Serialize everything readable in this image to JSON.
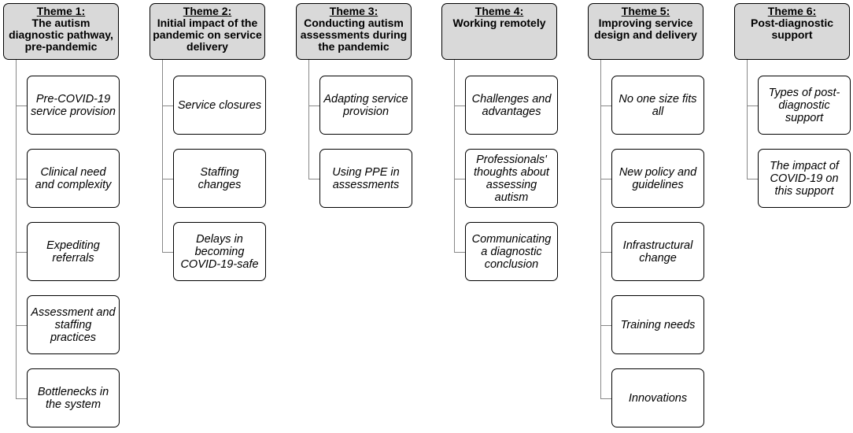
{
  "themes": [
    {
      "number": "Theme 1:",
      "title": "The autism diagnostic pathway, pre-pandemic",
      "subthemes": [
        "Pre-COVID-19 service provision",
        "Clinical need and complexity",
        "Expediting referrals",
        "Assessment and staffing practices",
        "Bottlenecks in the system"
      ]
    },
    {
      "number": "Theme 2:",
      "title": "Initial impact of the pandemic on service delivery",
      "subthemes": [
        "Service closures",
        "Staffing changes",
        "Delays in becoming COVID-19-safe"
      ]
    },
    {
      "number": "Theme 3:",
      "title": "Conducting autism assessments during the pandemic",
      "subthemes": [
        "Adapting service provision",
        "Using PPE in assessments"
      ]
    },
    {
      "number": "Theme 4:",
      "title": "Working remotely",
      "subthemes": [
        "Challenges and advantages",
        "Professionals' thoughts about assessing autism",
        "Communicating a diagnostic conclusion"
      ]
    },
    {
      "number": "Theme 5:",
      "title": "Improving service design and delivery",
      "subthemes": [
        "No one size fits all",
        "New policy and guidelines",
        "Infrastructural change",
        "Training needs",
        "Innovations"
      ]
    },
    {
      "number": "Theme 6:",
      "title": "Post-diagnostic support",
      "subthemes": [
        "Types of post-diagnostic support",
        "The impact of COVID-19 on this support"
      ]
    }
  ]
}
